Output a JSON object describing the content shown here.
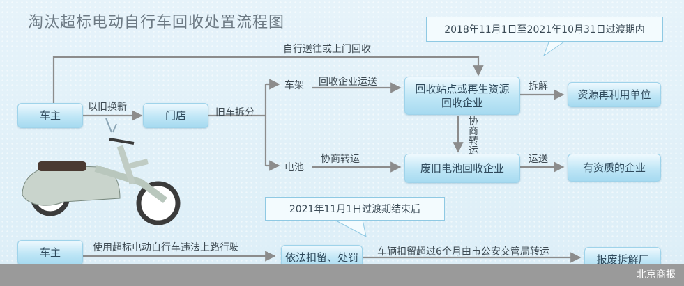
{
  "title": "淘汰超标电动自行车回收处置流程图",
  "callout_top": "2018年11月1日至2021年10月31日过渡期内",
  "callout_mid": "2021年11月1日过渡期结束后",
  "nodes": {
    "owner_1": "车主",
    "store": "门店",
    "recycling_station": "回收站点或再生资源\n回收企业",
    "resource_reuse": "资源再利用单位",
    "battery_recycler": "废旧电池回收企业",
    "qualified_company": "有资质的企业",
    "owner_2": "车主",
    "seizure": "依法扣留、处罚",
    "scrapyard": "报废拆解厂"
  },
  "edges": {
    "direct_pickup": "自行送往或上门回收",
    "trade_in": "以旧换新",
    "disassemble": "旧车拆分",
    "frame": "车架",
    "company_transport": "回收企业运送",
    "dismantle": "拆解",
    "battery": "电池",
    "negotiated_transfer_1": "协商转运",
    "negotiated_transfer_2": "协商转运",
    "deliver": "运送",
    "illegal_use": "使用超标电动自行车违法上路行驶",
    "impound_transfer": "车辆扣留超过6个月由市公安交管局转运"
  },
  "brand": "北京商报",
  "colors": {
    "arrow": "#8c8c8c",
    "box_fill": "#b7e2f4",
    "callout_border": "#8fc9e3",
    "footer": "#9a9a9a"
  }
}
